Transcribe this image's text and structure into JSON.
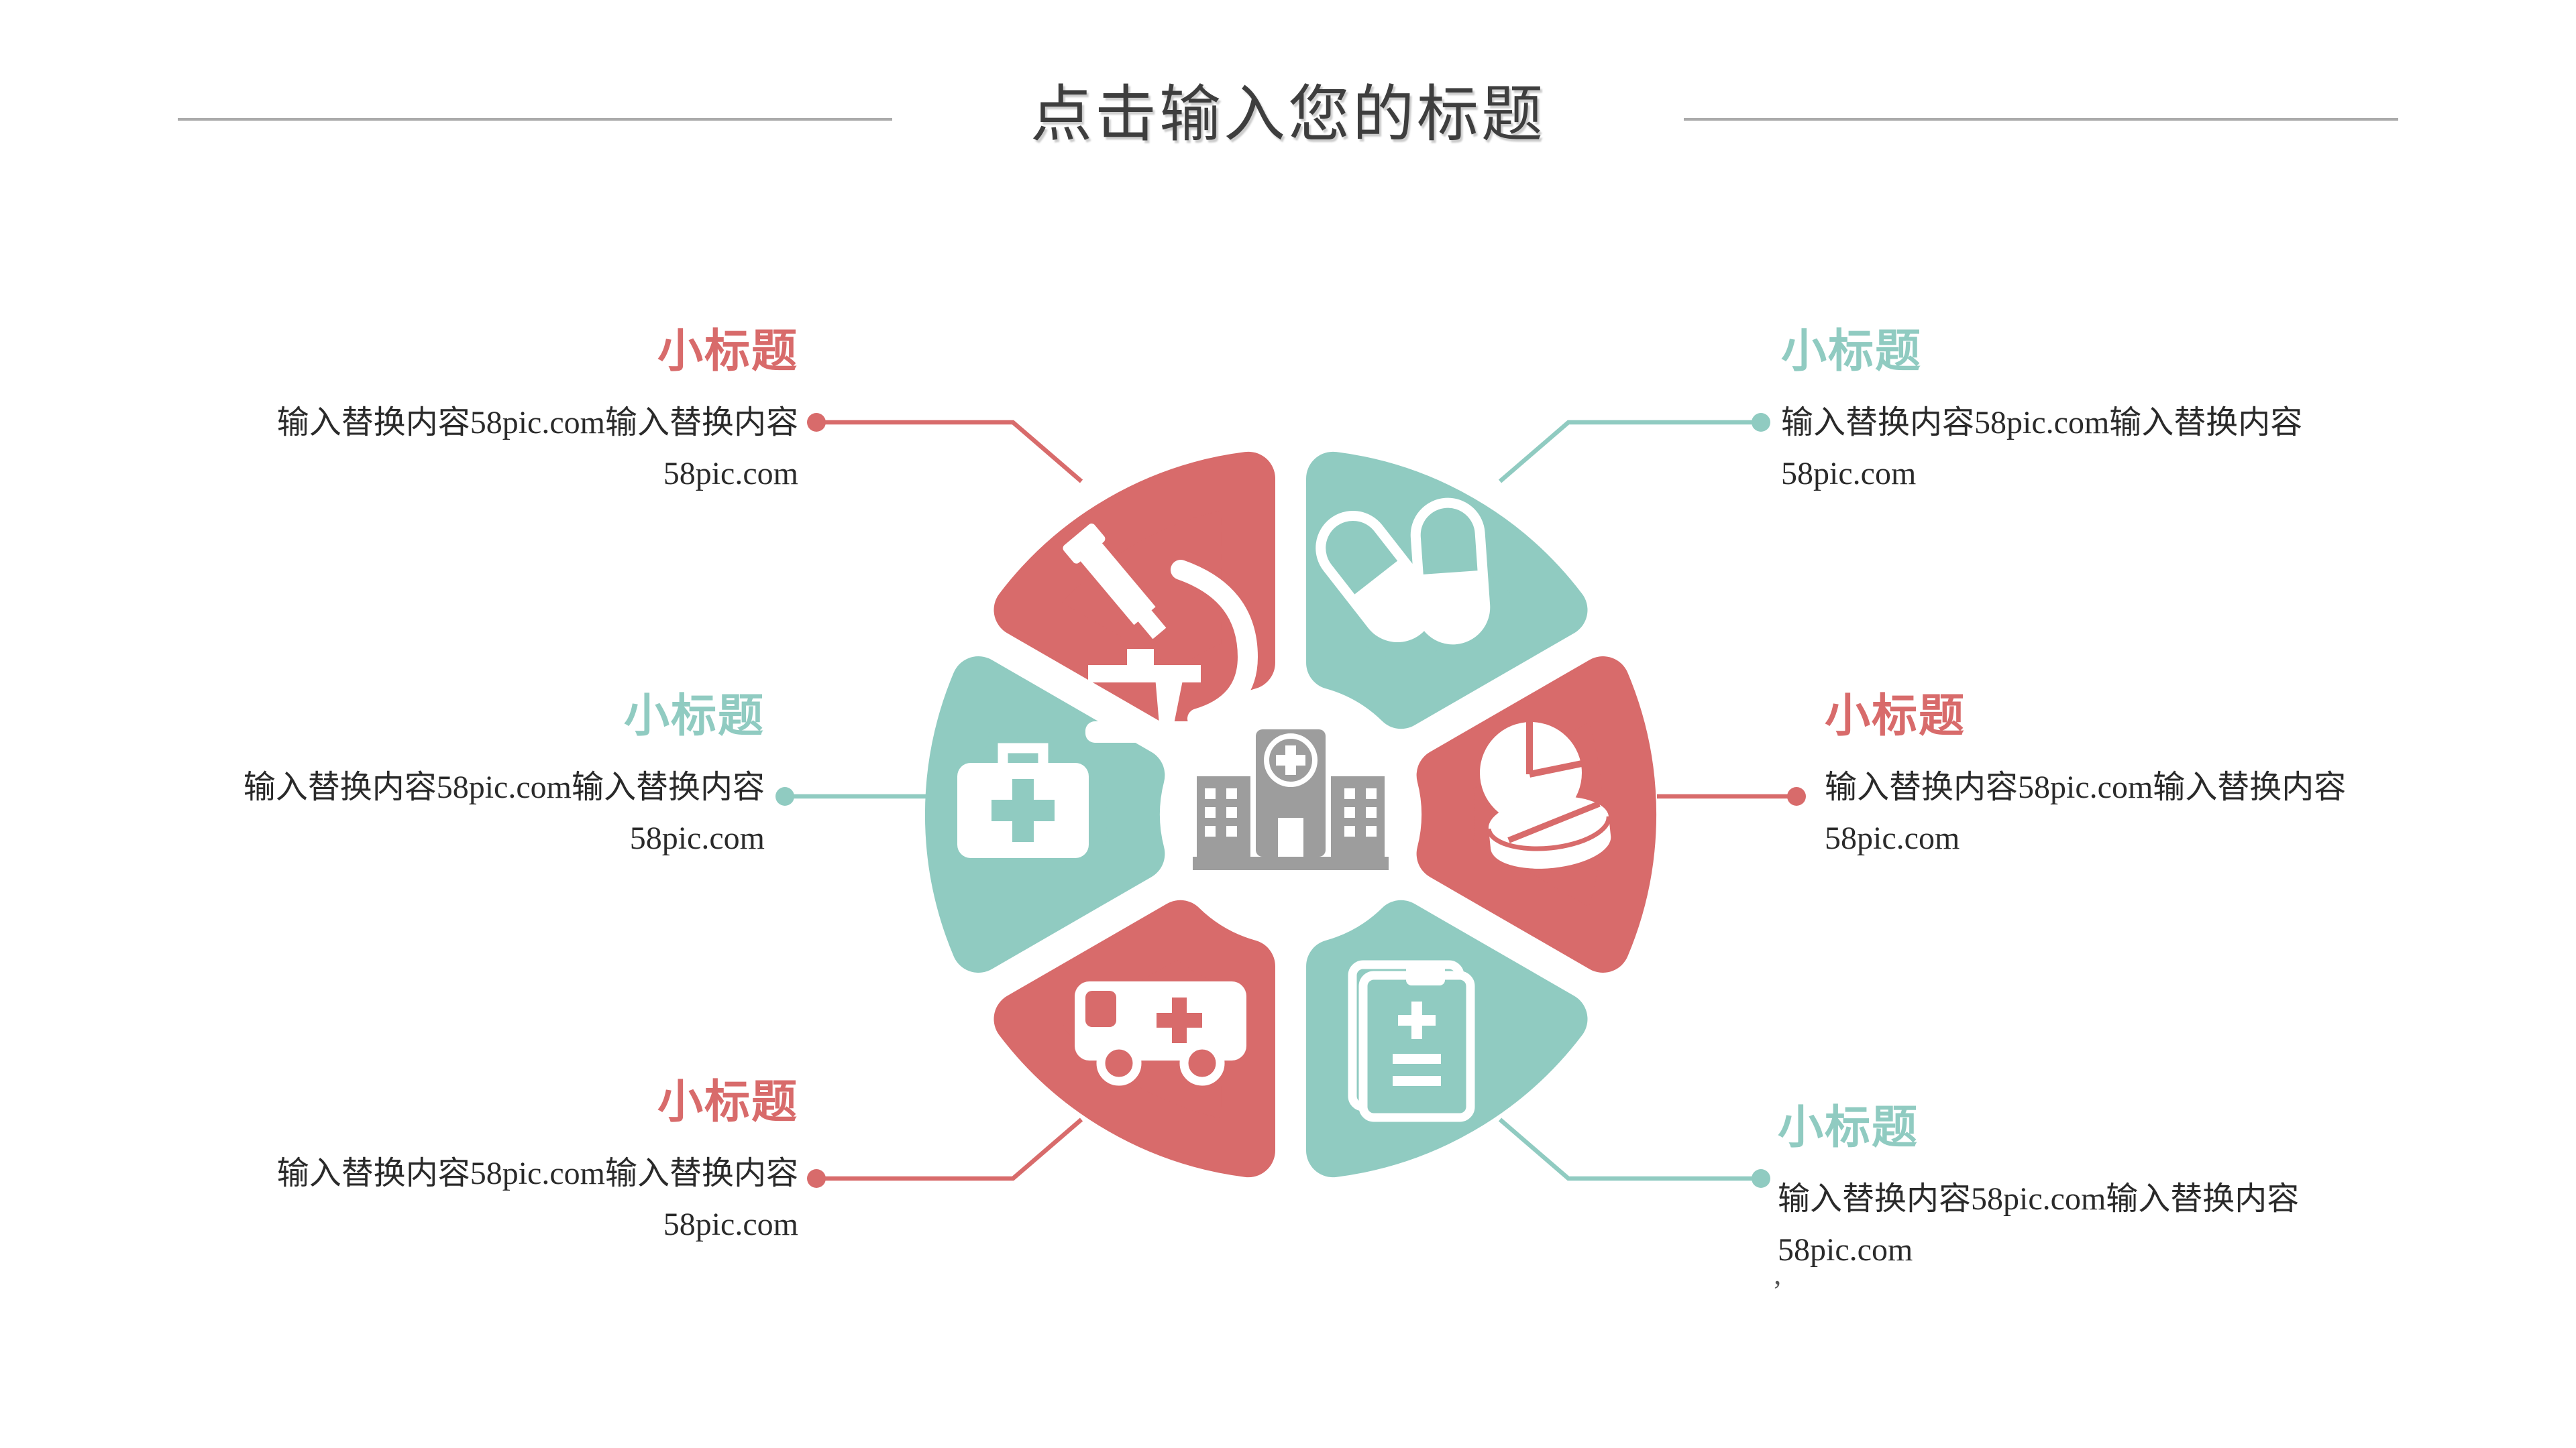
{
  "slide": {
    "title": "点击输入您的标题"
  },
  "colors": {
    "coral": "#D86B6B",
    "teal": "#90CBC1",
    "white": "#FFFFFF",
    "gray": "#9D9D9D",
    "title_text": "#3E3E3E",
    "body_text": "#2A2A2A",
    "separator": "#ABABAB"
  },
  "blocks": {
    "top_left": {
      "heading": "小标题",
      "line1": "输入替换内容58pic.com输入替换内容",
      "line2": "58pic.com",
      "accent": "coral"
    },
    "top_right": {
      "heading": "小标题",
      "line1": "输入替换内容58pic.com输入替换内容",
      "line2": "58pic.com",
      "accent": "teal"
    },
    "mid_left": {
      "heading": "小标题",
      "line1": "输入替换内容58pic.com输入替换内容",
      "line2": "58pic.com",
      "accent": "teal"
    },
    "mid_right": {
      "heading": "小标题",
      "line1": "输入替换内容58pic.com输入替换内容",
      "line2": "58pic.com",
      "accent": "coral"
    },
    "bottom_left": {
      "heading": "小标题",
      "line1": "输入替换内容58pic.com输入替换内容",
      "line2": "58pic.com",
      "accent": "coral"
    },
    "bottom_right": {
      "heading": "小标题",
      "line1": "输入替换内容58pic.com输入替换内容",
      "line2": "58pic.com",
      "accent": "teal"
    }
  },
  "diagram": {
    "center_icon": "hospital-icon",
    "petal_icons": [
      "microscope-icon",
      "capsules-icon",
      "pills-icon",
      "clipboard-icon",
      "ambulance-icon",
      "first-aid-kit-icon"
    ]
  },
  "stray_mark": "’"
}
